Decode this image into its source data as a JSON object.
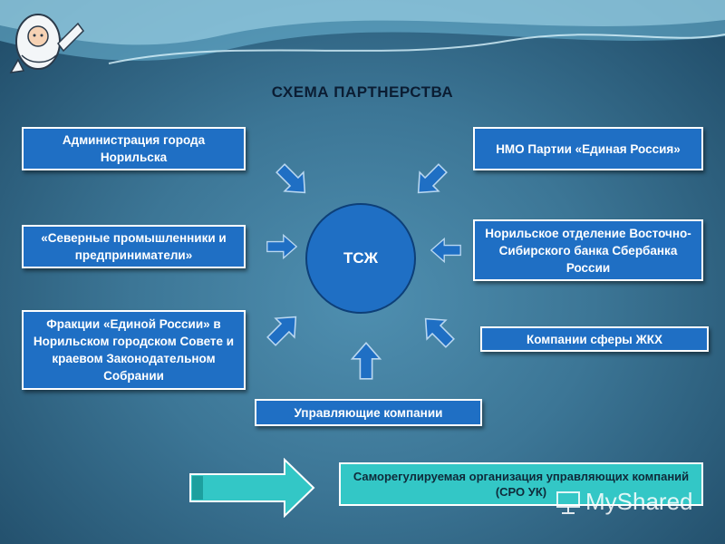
{
  "title": "СХЕМА ПАРТНЕРСТВА",
  "center": "ТСЖ",
  "partners": {
    "admin": "Администрация города Норильска",
    "nmo": "НМО Партии «Единая Россия»",
    "industrialists": "«Северные промышленники и предприниматели»",
    "sberbank": "Норильское отделение Восточно-Сибирского банка Сбербанка России",
    "factions": "Фракции «Единой России» в Норильском городском Совете и  краевом Законодательном Собрании",
    "housing": "Компании сферы ЖКХ",
    "management": "Управляющие компании"
  },
  "result": "Саморегулируемая организация управляющих компаний (СРО УК)",
  "watermark": "MyShared",
  "colors": {
    "box_fill": "#1f6fc4",
    "circle_fill": "#1f6fc4",
    "result_fill": "#33c7c6",
    "big_arrow_fill": "#33c7c6"
  }
}
